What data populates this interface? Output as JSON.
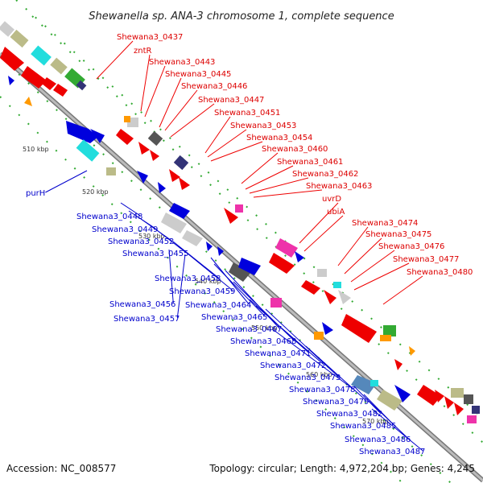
{
  "title": "Shewanella sp. ANA-3 chromosome 1, complete sequence",
  "accession": "Accession: NC_008577",
  "topology": "Topology: circular; Length: 4,972,204 bp; Genes: 4,245",
  "colors": {
    "red": "#ee0000",
    "blue": "#0000dd",
    "cyan": "#22dddd",
    "green": "#33aa33",
    "olive": "#bbbb88",
    "grey": "#cccccc",
    "darkgrey": "#555555",
    "pink": "#ee33aa",
    "purple": "#333377",
    "orange": "#ff9900",
    "steel": "#5588bb",
    "backbone": "#999999"
  },
  "kbp_ticks": [
    "510 kbp",
    "520 kbp",
    "530 kbp",
    "540 kbp",
    "550 kbp",
    "560 kbp",
    "570 kbp"
  ],
  "labels_top": [
    "Shewana3_0437",
    "zntR",
    "Shewana3_0443",
    "Shewana3_0445",
    "Shewana3_0446",
    "Shewana3_0447",
    "Shewana3_0451",
    "Shewana3_0453",
    "Shewana3_0454",
    "Shewana3_0460",
    "Shewana3_0461",
    "Shewana3_0462",
    "Shewana3_0463",
    "uvrD",
    "ubiA",
    "Shewana3_0474",
    "Shewana3_0475",
    "Shewana3_0476",
    "Shewana3_0477",
    "Shewana3_0480"
  ],
  "labels_bottom": [
    "purH",
    "Shewana3_0448",
    "Shewana3_0449",
    "Shewana3_0452",
    "Shewana3_0455",
    "Shewana3_0458",
    "Shewana3_0459",
    "Shewana3_0456",
    "Shewana3_0457",
    "Shewana3_0464",
    "Shewana3_0465",
    "Shewana3_0467",
    "Shewana3_0468",
    "Shewana3_0471",
    "Shewana3_0472",
    "Shewana3_0473",
    "Shewana3_0478",
    "Shewana3_0479",
    "Shewana3_0482",
    "Shewana3_0485",
    "Shewana3_0486",
    "Shewana3_0487"
  ]
}
